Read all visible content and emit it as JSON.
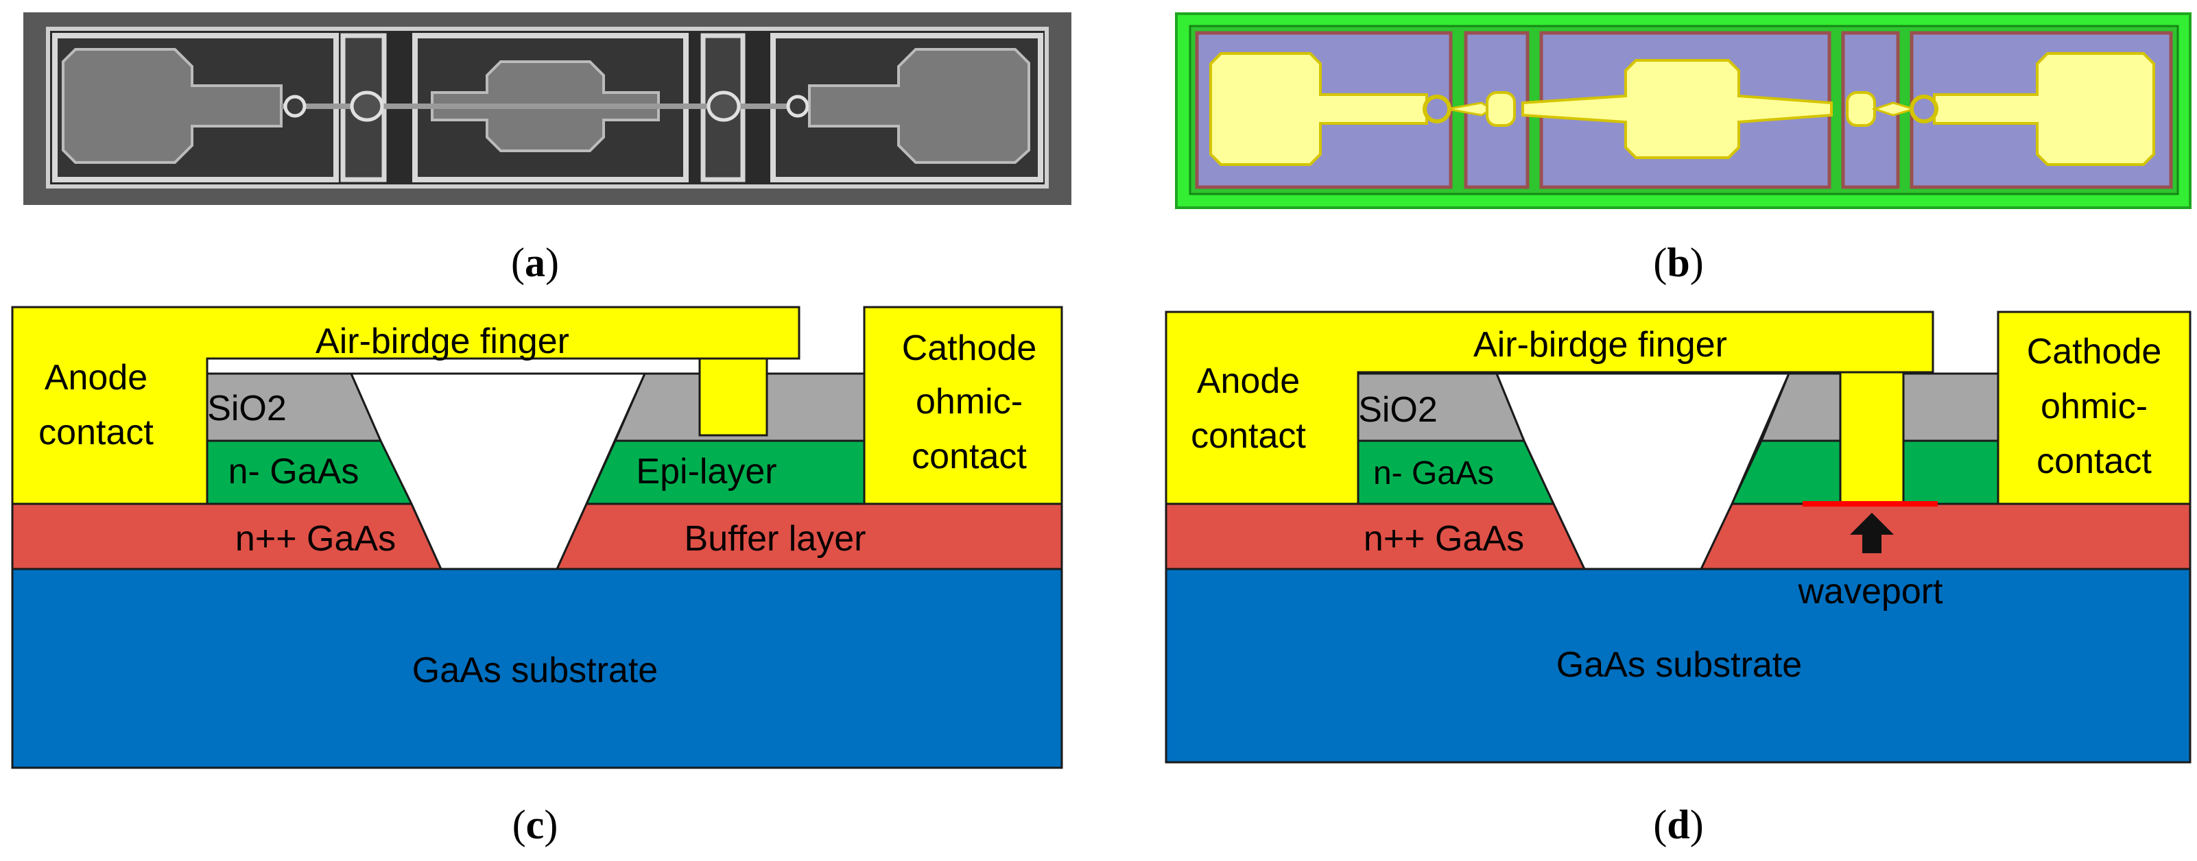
{
  "panels": {
    "a": {
      "caption_open": "(",
      "caption_letter": "a",
      "caption_close": ")"
    },
    "b": {
      "caption_open": "(",
      "caption_letter": "b",
      "caption_close": ")"
    },
    "c": {
      "caption_open": "(",
      "caption_letter": "c",
      "caption_close": ")",
      "labels": {
        "air_bridge": "Air-birdge finger",
        "anode_1": "Anode",
        "anode_2": "contact",
        "sio2": "SiO2",
        "n_gaas": "n- GaAs",
        "epi": "Epi-layer",
        "cathode_1": "Cathode",
        "cathode_2": "ohmic-",
        "cathode_3": "contact",
        "npp_gaas": "n++ GaAs",
        "buffer": "Buffer layer",
        "substrate": "GaAs substrate"
      }
    },
    "d": {
      "caption_open": "(",
      "caption_letter": "d",
      "caption_close": ")",
      "labels": {
        "air_bridge": "Air-birdge finger",
        "anode_1": "Anode",
        "anode_2": "contact",
        "sio2": "SiO2",
        "n_gaas": "n- GaAs",
        "cathode_1": "Cathode",
        "cathode_2": "ohmic-",
        "cathode_3": "contact",
        "npp_gaas": "n++ GaAs",
        "waveport": "waveport",
        "substrate": "GaAs substrate"
      }
    }
  },
  "colors": {
    "metal": "#ffff00",
    "sio2": "#a6a6a6",
    "epi": "#00b050",
    "highly_doped": "#e05148",
    "substrate": "#0070c0",
    "waveport_line": "#ff0000",
    "layout_green": "#33ee33",
    "layout_purple": "#9090cc",
    "layout_metal": "#ffff99",
    "sem_background": "#585858"
  }
}
